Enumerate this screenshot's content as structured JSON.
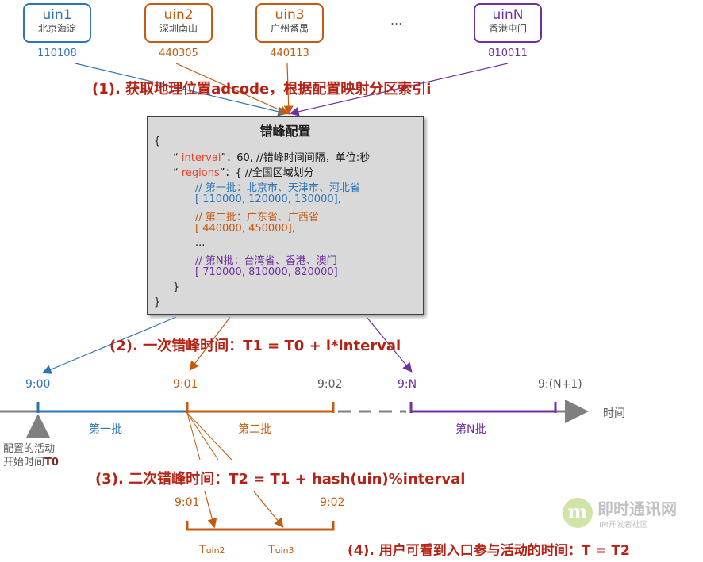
{
  "users": [
    {
      "name": "uin1",
      "loc": "北京海淀",
      "code": "110108",
      "color": "#2e75b6"
    },
    {
      "name": "uin2",
      "loc": "深圳南山",
      "code": "440305",
      "color": "#c55a11"
    },
    {
      "name": "uin3",
      "loc": "广州番禺",
      "code": "440113",
      "color": "#c55a11"
    },
    {
      "name": "uinN",
      "loc": "香港屯门",
      "code": "810011",
      "color": "#7030a0"
    }
  ],
  "ellipsis": "...",
  "step1": "(1). 获取地理位置adcode，根据配置映射分区索引i",
  "config": {
    "title": "错峰配置",
    "open_brace": "{",
    "interval_key": "interval",
    "interval_rest": "：60, //错峰时间间隔，单位:秒",
    "regions_key": "regions",
    "regions_rest": "：{ //全国区域划分",
    "batch1_comment": "// 第一批：北京市、天津市、河北省",
    "batch1_values": "[ 110000,  120000, 130000],",
    "batch2_comment": "// 第二批：广东省、广西省",
    "batch2_values": "[ 440000, 450000],",
    "dots": "...",
    "batchN_comment": "// 第N批：台湾省、香港、澳门",
    "batchN_values": "[ 710000, 810000, 820000]",
    "inner_close": "}",
    "outer_close": "}"
  },
  "step2": "(2). 一次错峰时间：T1 = T0 + i*interval",
  "timeline": {
    "t900": "9:00",
    "t901": "9:01",
    "t902": "9:02",
    "t9N": "9:N",
    "t9N1": "9:(N+1)",
    "axis_label": "时间",
    "seg1": "第一批",
    "seg2": "第二批",
    "segN": "第N批",
    "start_note_1": "配置的活动",
    "start_note_2": "开始时间",
    "start_note_t0": "T0"
  },
  "step3": "(3). 二次错峰时间：T2 = T1 + hash(uin)%interval",
  "sub": {
    "t901": "9:01",
    "t902": "9:02",
    "tuin2_T": "T",
    "tuin2_sub": "uin2",
    "tuin3_T": "T",
    "tuin3_sub": "uin3"
  },
  "step4": "(4). 用户可看到入口参与活动的时间：T = T2",
  "watermark": {
    "brand": "即时通讯网",
    "tagline": "IM开发者社区"
  },
  "colors": {
    "blue": "#2e75b6",
    "orange": "#c55a11",
    "purple": "#7030a0",
    "red": "#b52316",
    "gray": "#7f7f7f"
  }
}
